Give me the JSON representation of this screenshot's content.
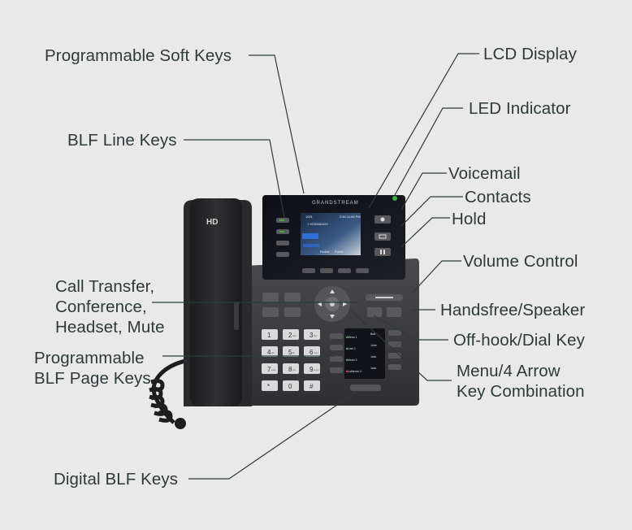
{
  "labels": {
    "programmable_soft_keys": "Programmable Soft Keys",
    "blf_line_keys": "BLF Line Keys",
    "lcd_display": "LCD Display",
    "led_indicator": "LED Indicator",
    "voicemail": "Voicemail",
    "contacts": "Contacts",
    "hold": "Hold",
    "volume_control": "Volume Control",
    "call_transfer": [
      "Call Transfer,",
      "Conference,",
      "Headset, Mute"
    ],
    "handsfree_speaker": "Handsfree/Speaker",
    "off_hook_dial_key": "Off-hook/Dial Key",
    "programmable_blf_page_keys": [
      "Programmable",
      "BLF Page Keys"
    ],
    "menu_arrow": [
      "Menu/4 Arrow",
      "Key Combination"
    ],
    "digital_blf_keys": "Digital BLF Keys"
  },
  "phone": {
    "brand": "GRANDSTREAM",
    "handset_badge": "HD",
    "screen": {
      "line_label": "1001",
      "number": "1 9232882422",
      "time": "2:50 11:08 PM",
      "softkeys": [
        "Redial",
        "Prefer",
        "..."
      ]
    },
    "dialpad": [
      "1",
      "2",
      "3",
      "4",
      "5",
      "6",
      "7",
      "8",
      "9",
      "*",
      "0",
      "#"
    ],
    "dialpad_sub": [
      "",
      "abc",
      "def",
      "ghi",
      "jkl",
      "mno",
      "pqrs",
      "tuv",
      "wxyz",
      "",
      "",
      ""
    ],
    "blf_screen_rows": [
      {
        "left": "Menu 1",
        "right": "Bob"
      },
      {
        "left": "Line 2",
        "right": "John"
      },
      {
        "left": "Mcdn 3",
        "right": "Jack"
      },
      {
        "left": "Lutherne 4",
        "right": "Jack"
      }
    ],
    "colors": {
      "body": "#3a3a3c",
      "accent_green": "#3fae3f",
      "label_text": "#2e3a3a"
    }
  }
}
